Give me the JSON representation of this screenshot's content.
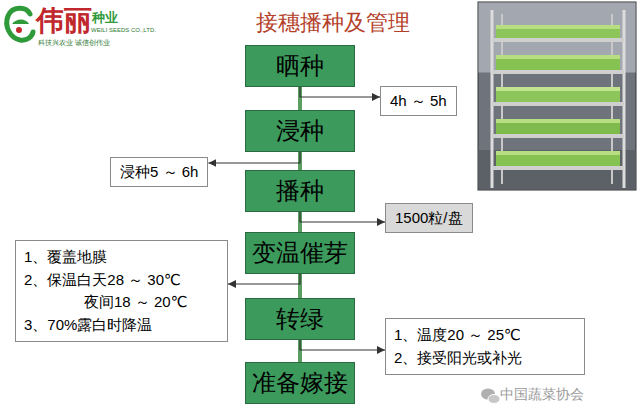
{
  "diagram": {
    "title": "接穗播种及管理",
    "nodes": [
      {
        "text": [
          "晒种"
        ]
      },
      {
        "text": [
          "4h ～ 5h"
        ]
      },
      {
        "text": [
          "浸种"
        ]
      },
      {
        "text": [
          "浸种5 ～ 6h"
        ]
      },
      {
        "text": [
          "播种"
        ]
      },
      {
        "text": [
          "1500粒/盘"
        ]
      },
      {
        "text": [
          "变温催芽"
        ]
      },
      {
        "text": [
          "1、覆盖地膜",
          "2、保温白天28 ～ 30℃ 夜间18 ～ 20℃",
          "3、70%露白时降温"
        ]
      },
      {
        "text": [
          "转绿"
        ]
      },
      {
        "text": [
          "1、温度20 ～ 25℃",
          "2、接受阳光或补光"
        ]
      },
      {
        "text": [
          "准备嫁接"
        ]
      }
    ],
    "edges": [
      {
        "from": 0,
        "to": 2,
        "arrow": "none"
      },
      {
        "from": 2,
        "to": 4,
        "arrow": "none"
      },
      {
        "from": 4,
        "to": 6,
        "arrow": "none"
      },
      {
        "from": 6,
        "to": 8,
        "arrow": "none"
      },
      {
        "from": 8,
        "to": 10,
        "arrow": "none"
      },
      {
        "from": 0,
        "to": 1,
        "arrow": "to"
      },
      {
        "from": 2,
        "to": 3,
        "arrow": "to"
      },
      {
        "from": 4,
        "to": 5,
        "arrow": "to"
      },
      {
        "from": 6,
        "to": 7,
        "arrow": "to"
      },
      {
        "from": 8,
        "to": 9,
        "arrow": "to"
      }
    ],
    "labels": [
      "伟丽",
      "种业",
      "WEILI SEEDS CO.,LTD.",
      "科技兴农业 诚信创伟业",
      "中国蔬菜协会"
    ]
  }
}
